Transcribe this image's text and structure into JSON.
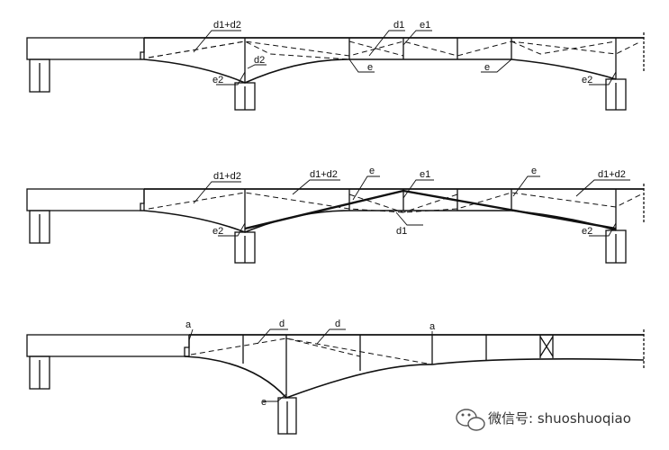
{
  "figure": {
    "diagram1": {
      "labels": {
        "d1_plus_d2": "d1+d2",
        "d2": "d2",
        "d1": "d1",
        "e1": "e1",
        "e_a": "e",
        "e_b": "e",
        "e2_left": "e2",
        "e2_right": "e2"
      }
    },
    "diagram2": {
      "labels": {
        "d1_plus_d2_a": "d1+d2",
        "d1_plus_d2_b": "d1+d2",
        "e_a": "e",
        "e1": "e1",
        "e_b": "e",
        "d1_plus_d2_c": "d1+d2",
        "d1": "d1",
        "e2_left": "e2",
        "e2_right": "e2"
      }
    },
    "diagram3": {
      "labels": {
        "a_left": "a",
        "d_a": "d",
        "d_b": "d",
        "a_right": "a",
        "e": "e"
      }
    }
  },
  "watermark": {
    "icon": "wechat-icon",
    "text": "微信号: shuoshuoqiao"
  }
}
